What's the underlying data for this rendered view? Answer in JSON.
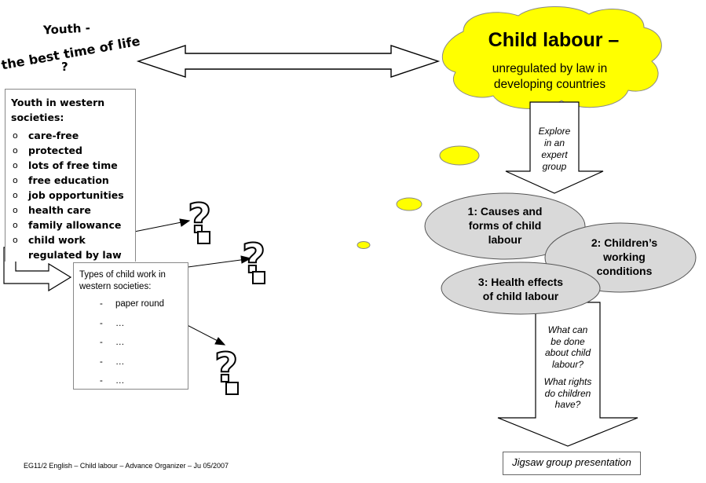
{
  "youth_title": {
    "line1": "Youth  -",
    "line2": "the best time of life",
    "line3": "?"
  },
  "western_box": {
    "heading_line1": "Youth in western",
    "heading_line2": "societies:",
    "bullet_symbol": "o",
    "items": [
      "care-free",
      "protected",
      "lots of free time",
      "free education",
      "job opportunities",
      "health care",
      "family allowance",
      "child work"
    ],
    "item_continuation": "regulated by law"
  },
  "types_box": {
    "heading_line1": "Types of child work in",
    "heading_line2": "western societies:",
    "dash": "-",
    "items": [
      "paper round",
      "…",
      "…",
      "…",
      "…"
    ]
  },
  "question_mark": "?",
  "cloud": {
    "title": "Child labour –",
    "sub_line1": "unregulated by law  in",
    "sub_line2": "developing countries",
    "fill_color": "#ffff00"
  },
  "explore_arrow": {
    "line1": "Explore",
    "line2": "in an",
    "line3": "expert",
    "line4": "group"
  },
  "ellipses": [
    {
      "line1": "1: Causes and",
      "line2": "forms of child",
      "line3": "labour"
    },
    {
      "line1": "2: Children’s",
      "line2": "working",
      "line3": "conditions"
    },
    {
      "line1": "3: Health effects",
      "line2": "of child labour"
    }
  ],
  "ellipse_fill": "#d9d9d9",
  "questions_arrow": {
    "q1_line1": "What can",
    "q1_line2": "be done",
    "q1_line3": "about  child",
    "q1_line4": "labour?",
    "q2_line1": "What rights",
    "q2_line2": "do children",
    "q2_line3": "have?"
  },
  "presentation_label": "Jigsaw group presentation",
  "footer": "EG11/2 English – Child labour – Advance Organizer – Ju 05/2007",
  "icons": [
    "double-arrow-icon",
    "elbow-arrow-icon",
    "question-mark-icon",
    "down-arrow-icon",
    "thought-bubble-icon"
  ]
}
